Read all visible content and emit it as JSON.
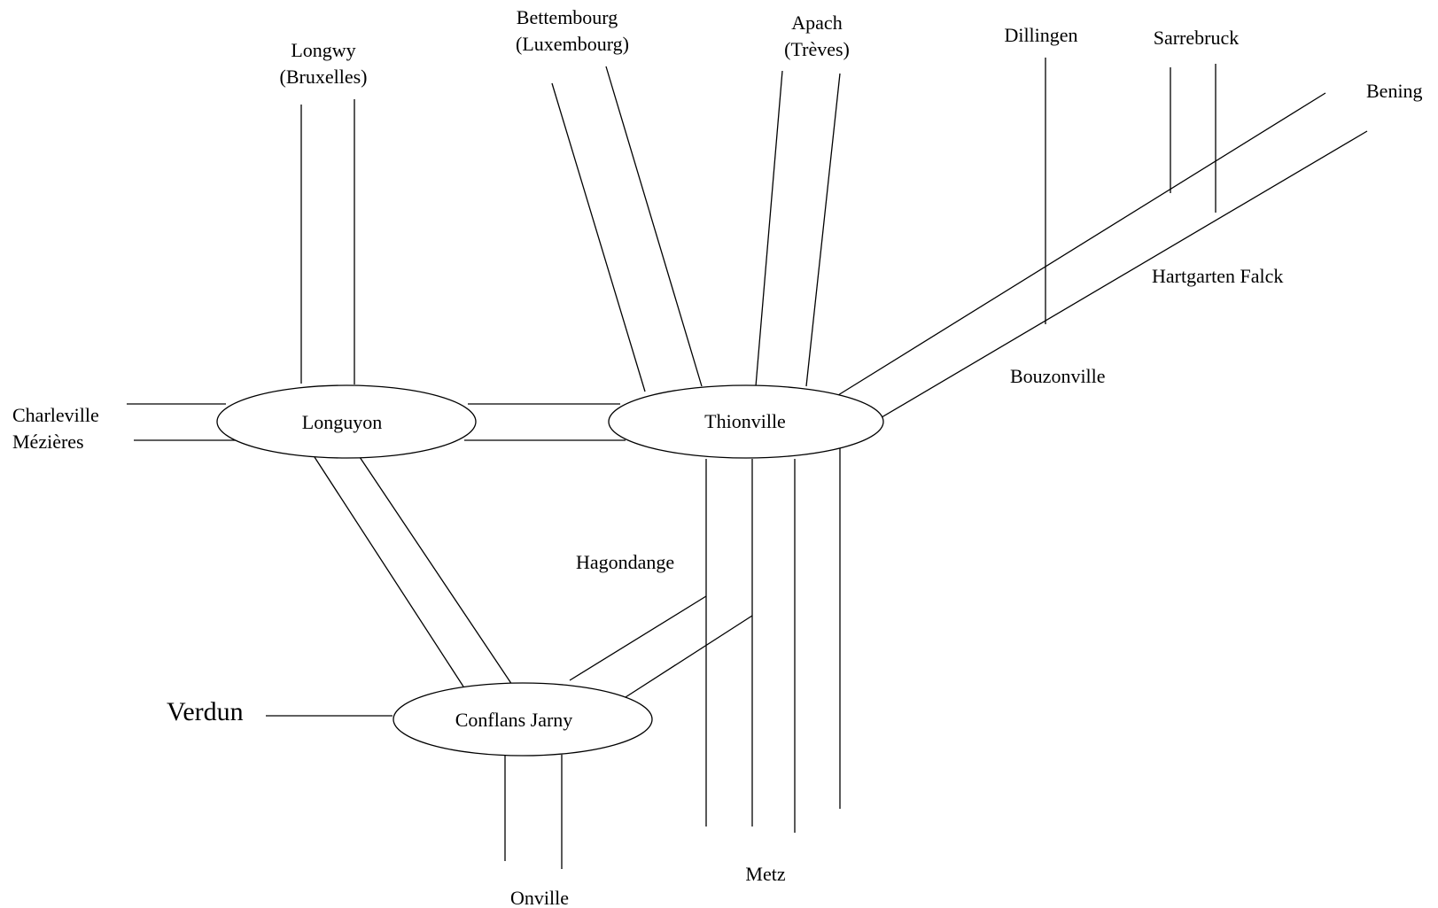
{
  "nodes": {
    "longuyon": "Longuyon",
    "thionville": "Thionville",
    "conflans": "Conflans Jarny"
  },
  "labels": {
    "longwy_1": "Longwy",
    "longwy_2": "(Bruxelles)",
    "bettembourg_1": "Bettembourg",
    "bettembourg_2": "(Luxembourg)",
    "apach_1": "Apach",
    "apach_2": "(Trèves)",
    "dillingen": "Dillingen",
    "sarrebruck": "Sarrebruck",
    "bening": "Bening",
    "hartgarten": "Hartgarten Falck",
    "bouzonville": "Bouzonville",
    "charleville_1": "Charleville",
    "charleville_2": "Mézières",
    "hagondange": "Hagondange",
    "verdun": "Verdun",
    "metz": "Metz",
    "onville": "Onville"
  }
}
